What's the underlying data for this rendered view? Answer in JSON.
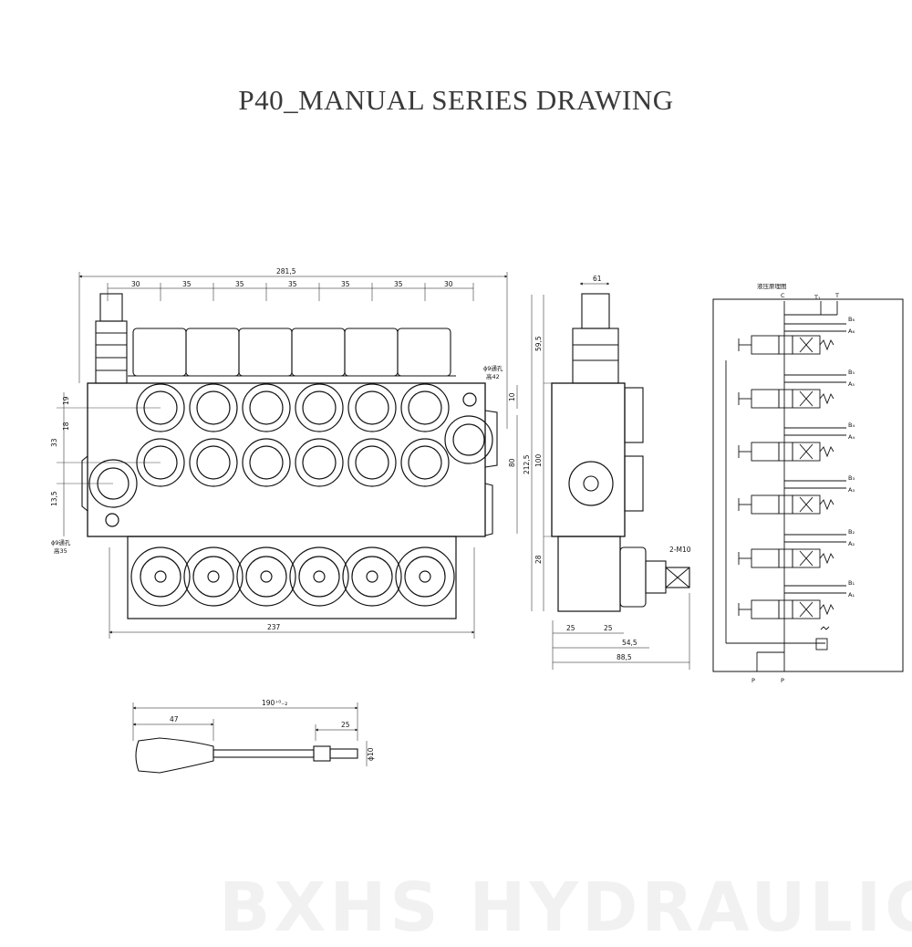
{
  "page": {
    "title": "P40_MANUAL SERIES DRAWING",
    "watermark": "BXHS HYDRAULIC"
  },
  "front_view": {
    "dims": {
      "overall_width": "281,5",
      "section_widths": [
        "30",
        "35",
        "35",
        "35",
        "35",
        "35",
        "30"
      ],
      "base_width": "237",
      "left_19": "19",
      "left_18": "18",
      "left_33": "33",
      "left_13_5": "13,5",
      "right_10": "10",
      "right_80": "80",
      "right_212_5": "212,5"
    },
    "hole_note_top": {
      "line1": "ɸ9通孔",
      "line2": "高42"
    },
    "hole_note_bottom": {
      "line1": "ɸ9通孔",
      "line2": "高35"
    }
  },
  "side_view": {
    "dims": {
      "top_width": "61",
      "height_59_5": "59,5",
      "height_100": "100",
      "height_28": "28",
      "bottom_25a": "25",
      "bottom_25b": "25",
      "bottom_54_5": "54,5",
      "bottom_88_5": "88,5",
      "thread": "2-M10"
    }
  },
  "schematic": {
    "title": "液压原理图",
    "ports_top": [
      "C",
      "T₁",
      "T"
    ],
    "ports_bottom": [
      "P",
      "P"
    ],
    "work_ports": [
      {
        "b": "B₆",
        "a": "A₆"
      },
      {
        "b": "B₅",
        "a": "A₅"
      },
      {
        "b": "B₄",
        "a": "A₄"
      },
      {
        "b": "B₃",
        "a": "A₃"
      },
      {
        "b": "B₂",
        "a": "A₂"
      },
      {
        "b": "B₁",
        "a": "A₁"
      }
    ]
  },
  "lever": {
    "dims": {
      "length": "190⁺⁰₋₂",
      "grip": "47",
      "end": "25",
      "dia": "ɸ10"
    }
  }
}
